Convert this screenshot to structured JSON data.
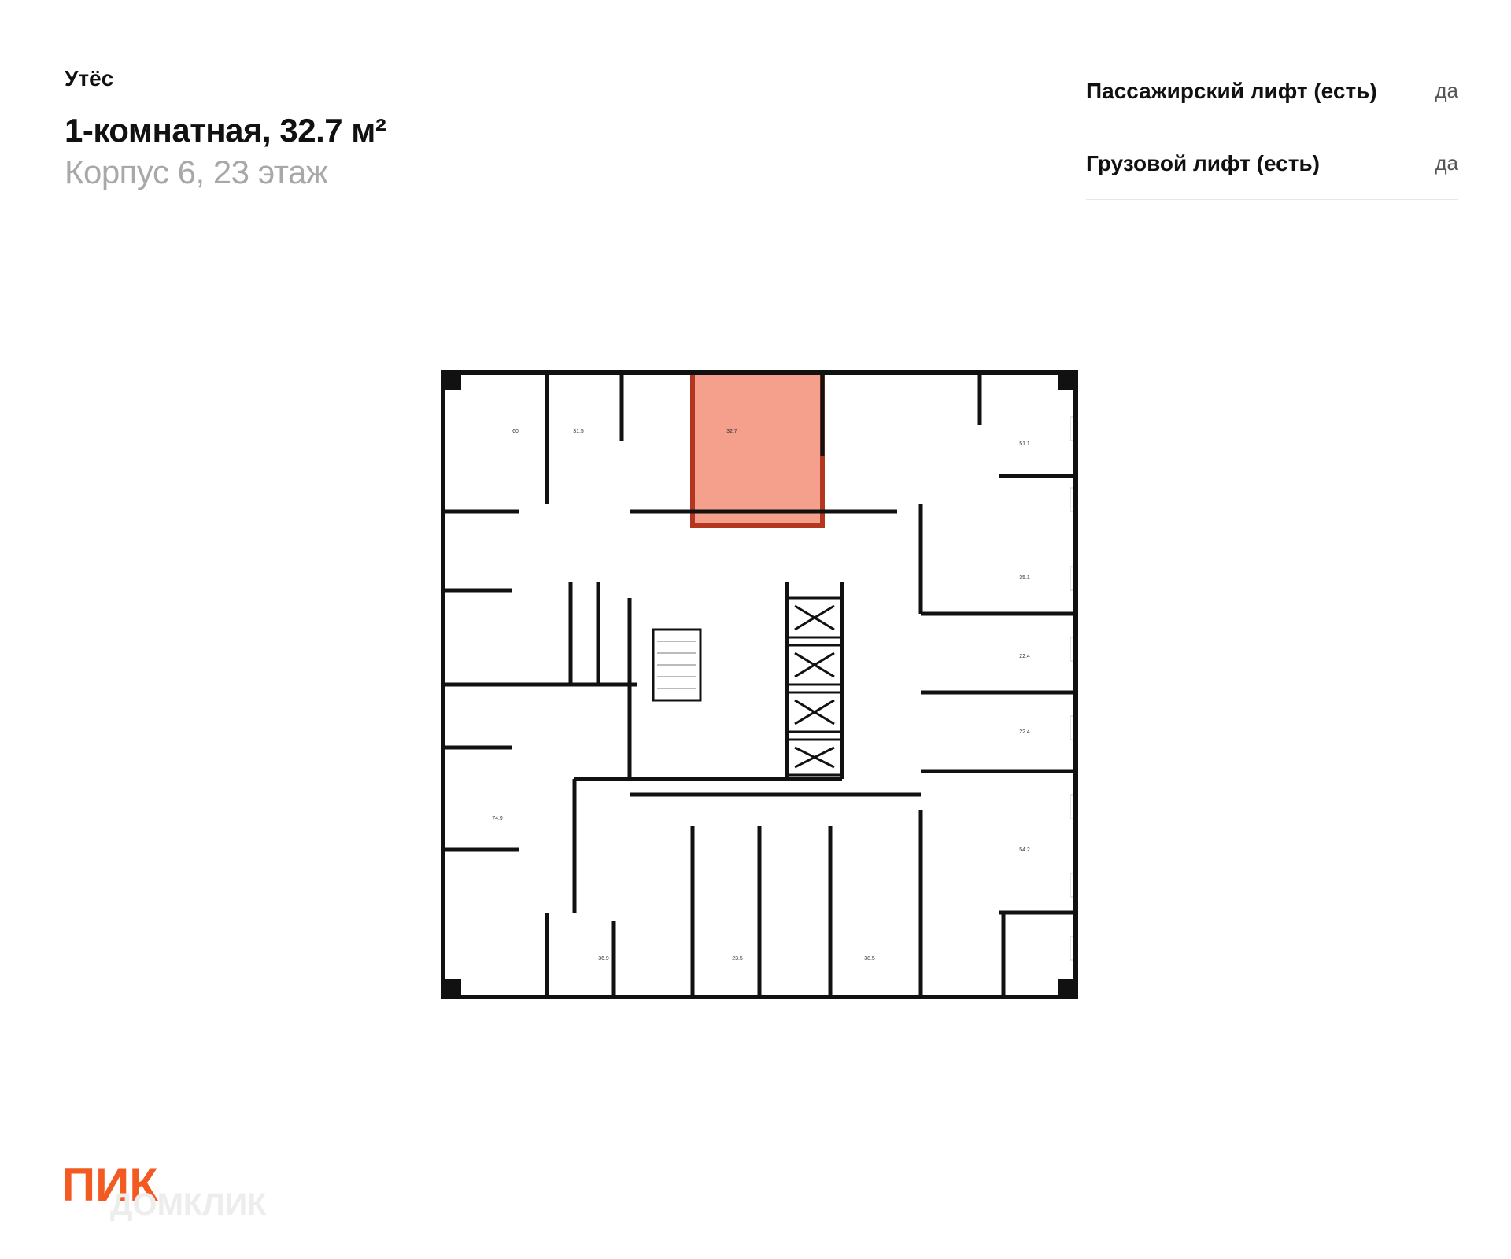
{
  "header": {
    "project": "Утёс",
    "title": "1-комнатная, 32.7 м²",
    "subtitle": "Корпус 6, 23 этаж"
  },
  "features": [
    {
      "label": "Пассажирский лифт (есть)",
      "value": "да"
    },
    {
      "label": "Грузовой лифт (есть)",
      "value": "да"
    }
  ],
  "floorplan": {
    "highlight_color": "#f4a08c",
    "highlight_border": "#b5361e",
    "units": {
      "u1": "60",
      "u2": "31.5",
      "u3": "32.7",
      "u4": "51.1",
      "u5": "35.1",
      "u6": "22.4",
      "u7": "22.4",
      "u8": "74.9",
      "u9": "54.2",
      "u10": "36.9",
      "u11": "23.5",
      "u12": "38.5"
    }
  },
  "logo": {
    "brand": "ПИК",
    "partner": "ДОМКЛИК",
    "brand_color": "#f25a22"
  }
}
